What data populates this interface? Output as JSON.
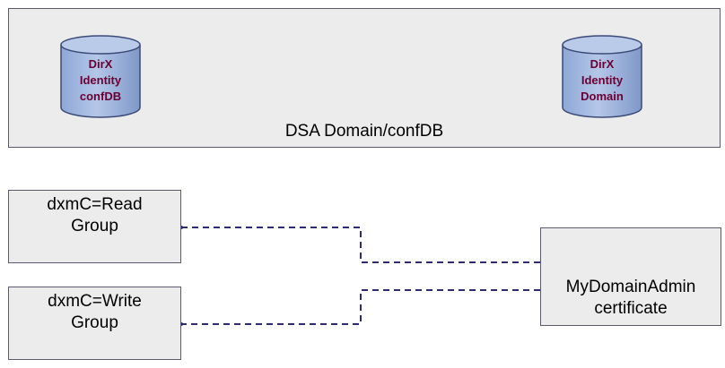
{
  "dsa_domain": {
    "label": "DSA Domain/confDB",
    "databases": [
      {
        "line1": "DirX",
        "line2": "Identity",
        "line3": "confDB"
      },
      {
        "line1": "DirX",
        "line2": "Identity",
        "line3": "Domain"
      }
    ]
  },
  "groups": {
    "read": {
      "line1": "dxmC=Read",
      "line2": "Group"
    },
    "write": {
      "line1": "dxmC=Write",
      "line2": "Group"
    }
  },
  "certificate": {
    "line1": "MyDomainAdmin",
    "line2": "certificate"
  },
  "colors": {
    "box_fill": "#ececec",
    "box_border": "#5a5a6e",
    "cylinder_fill": "#9fb7df",
    "cylinder_text": "#6b0032",
    "arrow": "#2e2a73"
  }
}
